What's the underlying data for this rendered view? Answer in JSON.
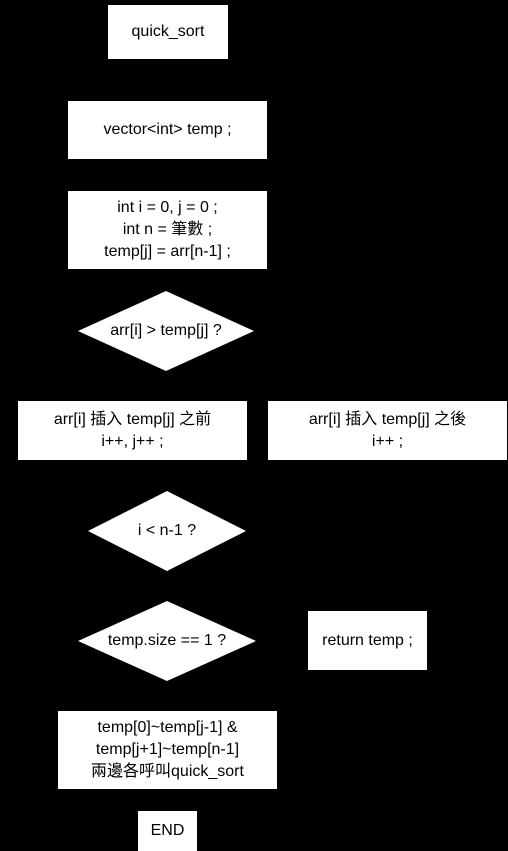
{
  "nodes": {
    "start": "quick_sort",
    "declare_temp": "vector<int> temp ;",
    "init": "int i = 0, j = 0 ;\nint n = 筆數 ;\ntemp[j] = arr[n-1] ;",
    "compare": "arr[i] > temp[j] ?",
    "insert_before": "arr[i] 插入 temp[j] 之前\ni++, j++ ;",
    "insert_after": "arr[i] 插入 temp[j] 之後\ni++ ;",
    "loop_check": "i < n-1 ?",
    "size_check": "temp.size == 1 ?",
    "return_temp": "return temp ;",
    "recurse": "temp[0]~temp[j-1] &\ntemp[j+1]~temp[n-1]\n兩邊各呼叫quick_sort",
    "end": "END"
  },
  "colors": {
    "background": "#000000",
    "node_fill": "#ffffff",
    "text": "#000000"
  }
}
